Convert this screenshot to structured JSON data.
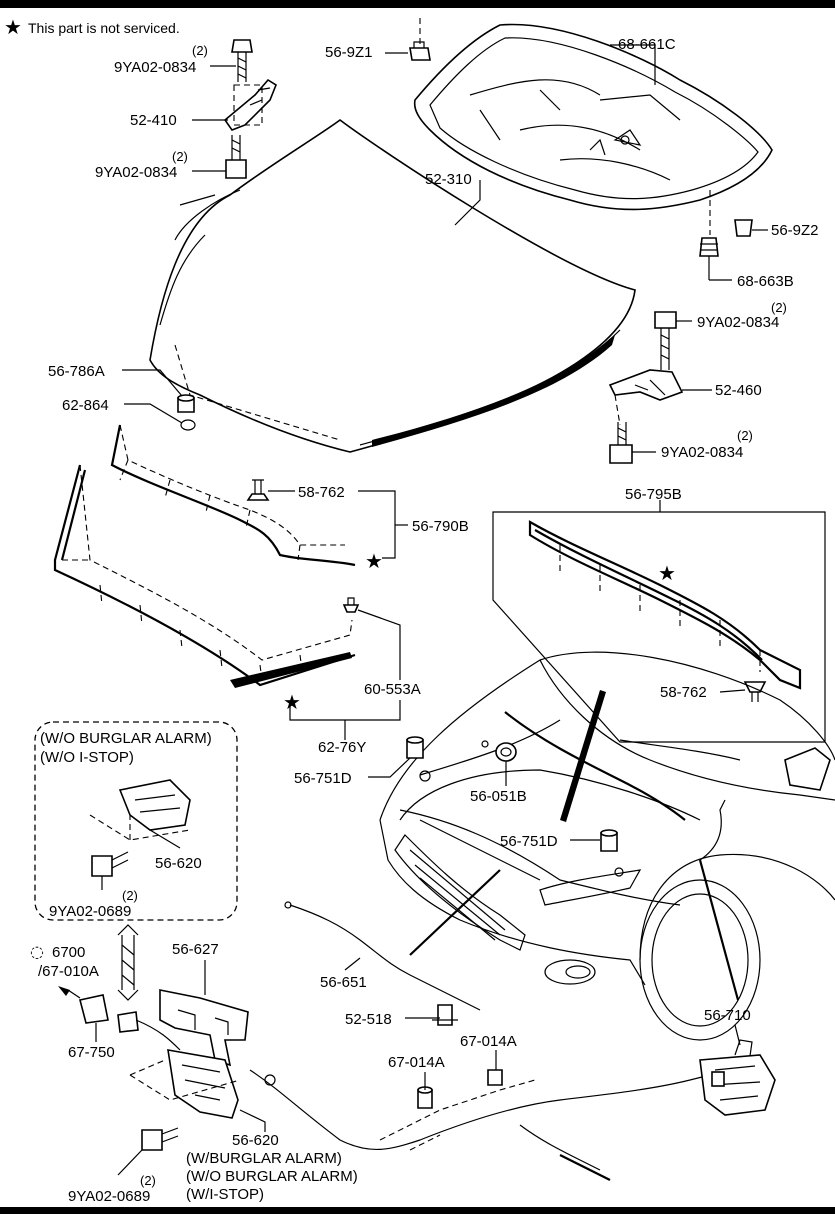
{
  "header": {
    "note": "This part is not serviced."
  },
  "labels": {
    "qty_a": "(2)",
    "b_9ya_top": "9YA02-0834",
    "p52_410": "52-410",
    "qty_b": "(2)",
    "b_9ya_mid": "9YA02-0834",
    "p56_9z1": "56-9Z1",
    "p68_661c": "68-661C",
    "p52_310": "52-310",
    "p56_9z2": "56-9Z2",
    "p68_663b": "68-663B",
    "qty_c": "(2)",
    "b_9ya_r1": "9YA02-0834",
    "p52_460": "52-460",
    "qty_d": "(2)",
    "b_9ya_r2": "9YA02-0834",
    "p56_786a": "56-786A",
    "p62_864": "62-864",
    "p58_762a": "58-762",
    "p56_790b": "56-790B",
    "p56_795b": "56-795B",
    "p58_762b": "58-762",
    "p60_553a": "60-553A",
    "p62_76y": "62-76Y",
    "p56_751d_a": "56-751D",
    "p56_051b": "56-051B",
    "p56_751d_b": "56-751D",
    "box_line1": "(W/O BURGLAR ALARM)",
    "box_line2": "(W/O I-STOP)",
    "p56_620_a": "56-620",
    "qty_e": "(2)",
    "b_9ya_0689_a": "9YA02-0689",
    "p6700": "6700",
    "p67_010a": "/67-010A",
    "p56_627": "56-627",
    "p56_651": "56-651",
    "p67_750": "67-750",
    "p52_518": "52-518",
    "p67_014a_a": "67-014A",
    "p67_014a_b": "67-014A",
    "p56_710": "56-710",
    "p56_620_b": "56-620",
    "cond1": "(W/BURGLAR ALARM)",
    "cond2": "(W/O BURGLAR ALARM)",
    "cond3": "(W/I-STOP)",
    "qty_f": "(2)",
    "b_9ya_0689_b": "9YA02-0689"
  }
}
